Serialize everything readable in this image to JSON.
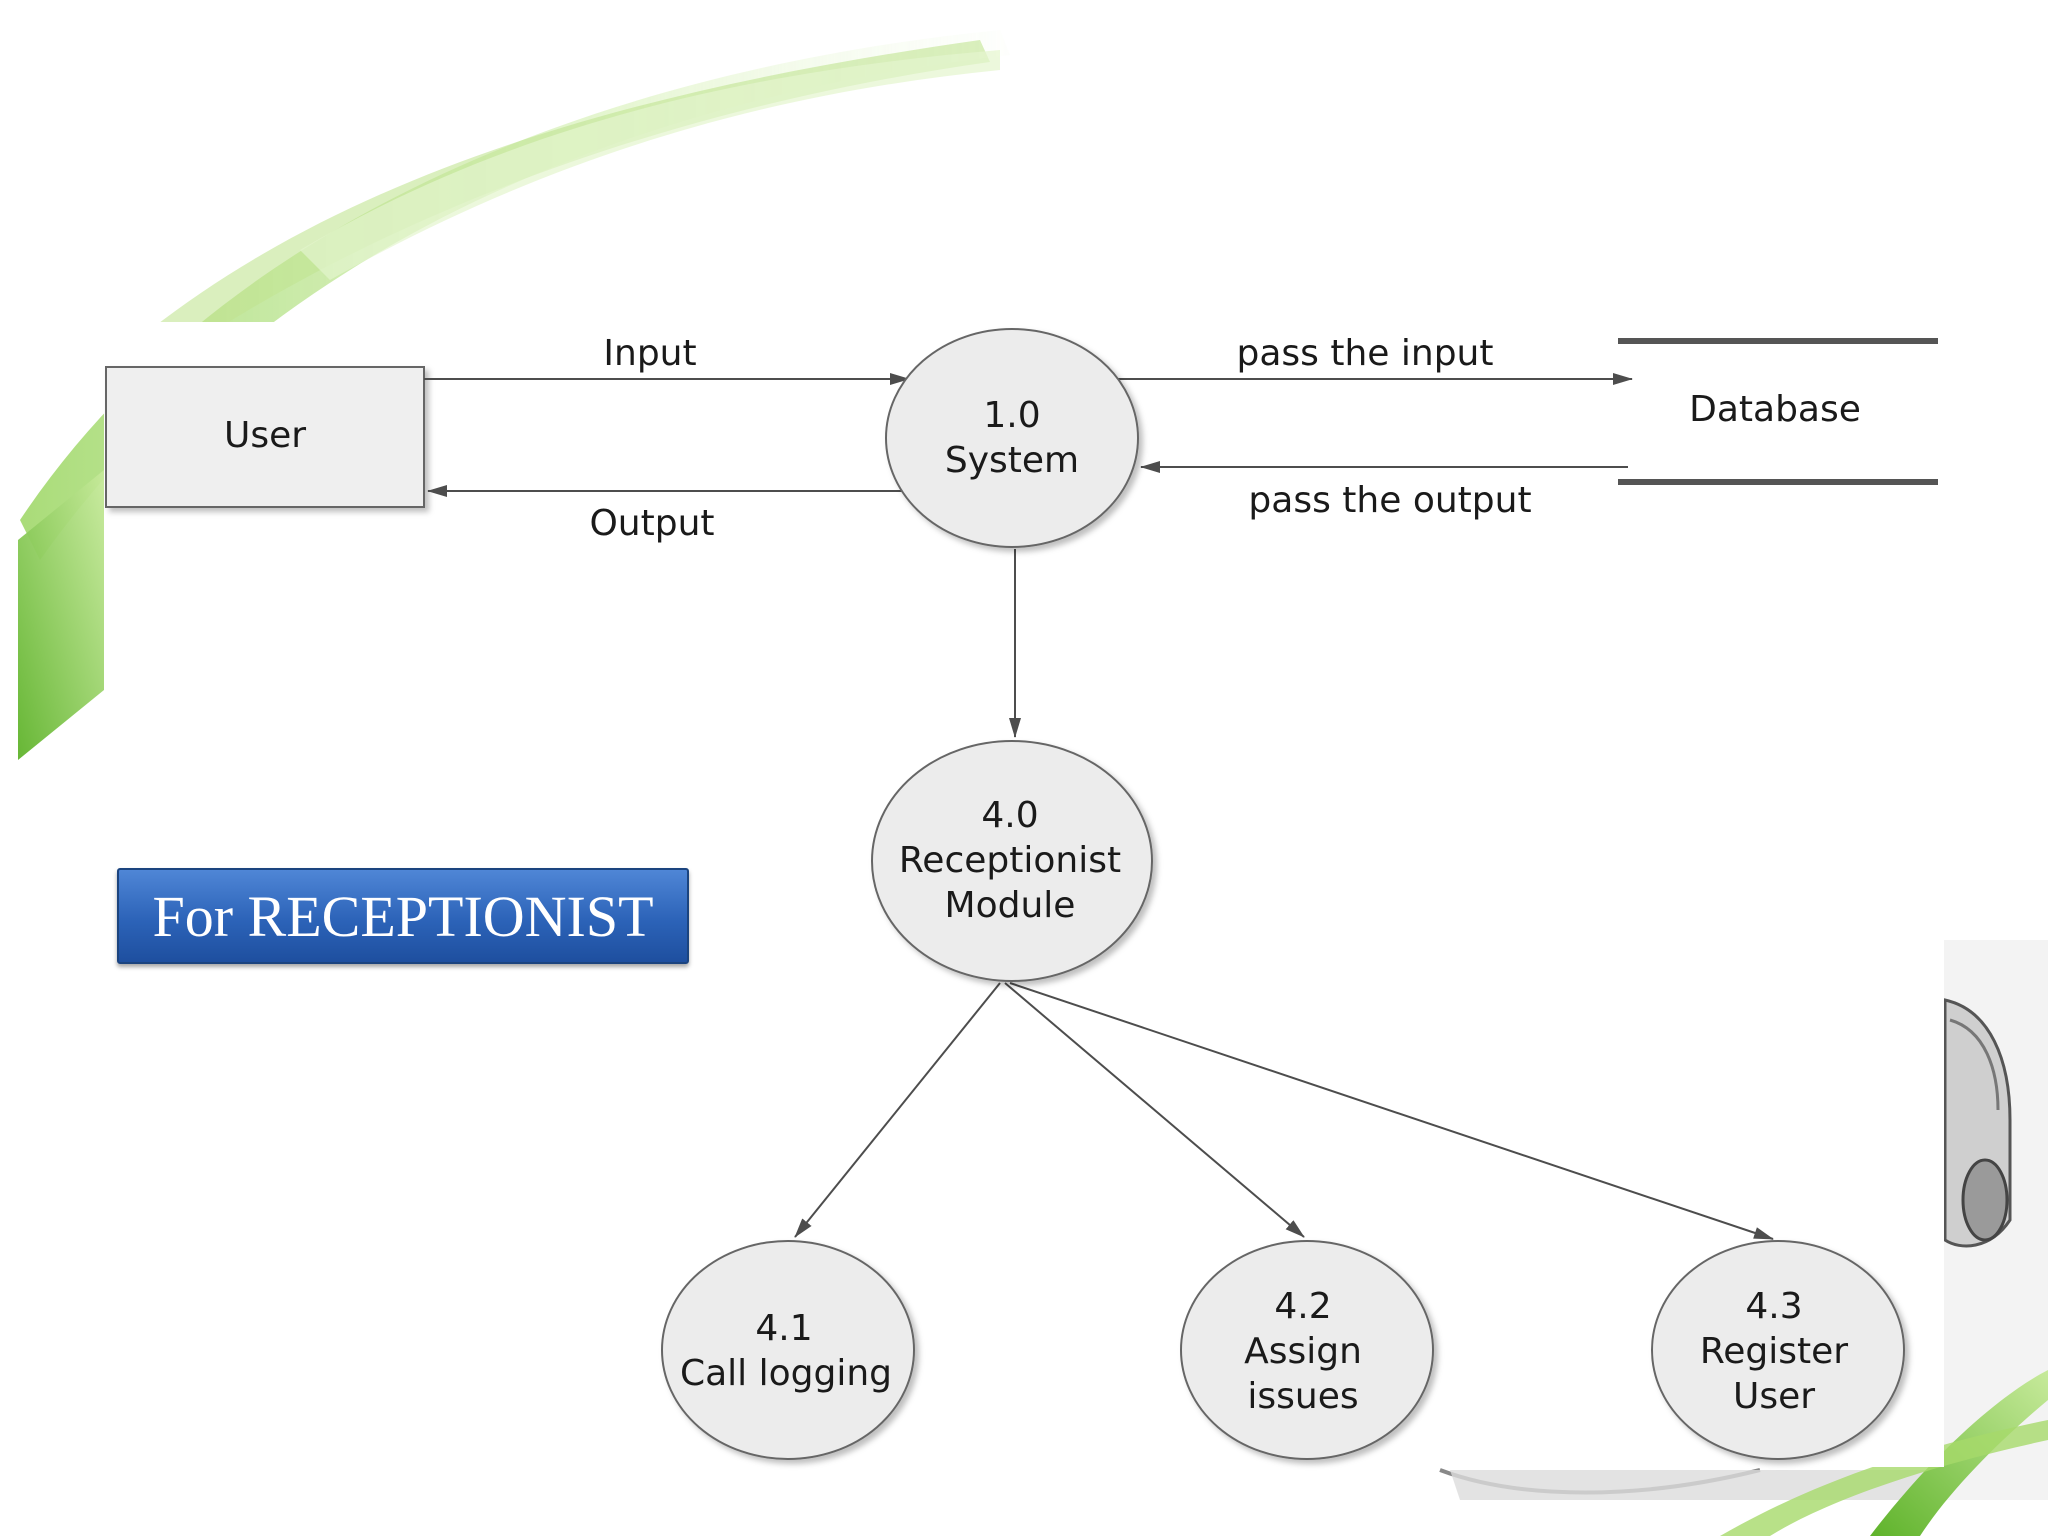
{
  "badge": {
    "label": "For RECEPTIONIST"
  },
  "diagram": {
    "entities": {
      "user": "User",
      "database": "Database"
    },
    "processes": {
      "system": {
        "number": "1.0",
        "name": "System"
      },
      "receptionist": {
        "number": "4.0",
        "name_line1": "Receptionist",
        "name_line2": "Module"
      },
      "call_logging": {
        "number": "4.1",
        "name": "Call logging"
      },
      "assign_issues": {
        "number": "4.2",
        "name_line1": "Assign",
        "name_line2": "issues"
      },
      "register_user": {
        "number": "4.3",
        "name_line1": "Register",
        "name_line2": "User"
      }
    },
    "flows": {
      "input": "Input",
      "output": "Output",
      "pass_input": "pass the input",
      "pass_output": "pass the output"
    }
  },
  "theme": {
    "accent_green": "#7cc242",
    "badge_blue": "#2c63b8",
    "node_fill": "#ececec",
    "line_color": "#4d4d4d"
  }
}
